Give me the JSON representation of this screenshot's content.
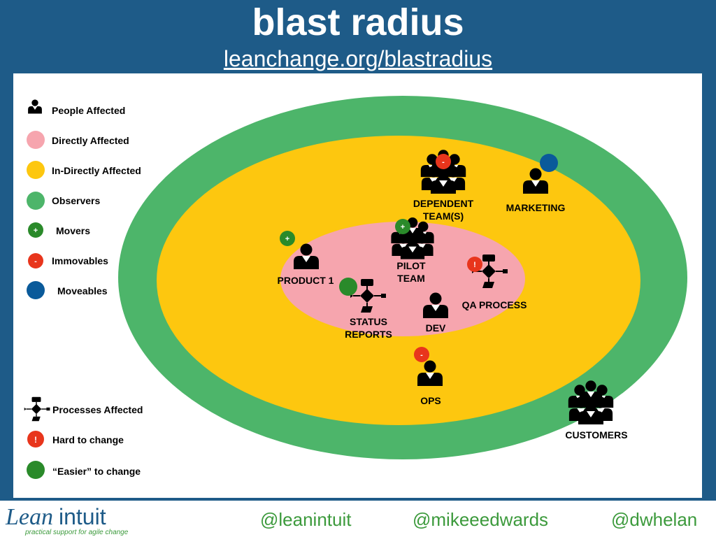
{
  "header": {
    "title": "blast radius",
    "subtitle": "leanchange.org/blastradius"
  },
  "colors": {
    "frame": "#1e5b88",
    "observers_green": "#4db56a",
    "indirect_yellow": "#fdc70f",
    "direct_pink": "#f6a5ae",
    "mover_green": "#2a8a2a",
    "immovable_red": "#e8351c",
    "moveable_blue": "#0a5a9a",
    "footer_green": "#3c9a3c"
  },
  "legend": {
    "people_affected": "People Affected",
    "directly_affected": "Directly Affected",
    "indirectly_affected": "In-Directly Affected",
    "observers": "Observers",
    "movers": "Movers",
    "immovables": "Immovables",
    "moveables": "Moveables",
    "processes_affected": "Processes Affected",
    "hard_to_change": "Hard to change",
    "easier_to_change": "“Easier” to change"
  },
  "badges": {
    "plus": "+",
    "minus": "-",
    "bang": "!"
  },
  "nodes": {
    "dependent_teams": [
      "DEPENDENT",
      "TEAM(S)"
    ],
    "marketing": "MARKETING",
    "product1": "PRODUCT 1",
    "pilot_team": [
      "PILOT",
      "TEAM"
    ],
    "qa_process": "QA PROCESS",
    "status_reports": [
      "STATUS",
      "REPORTS"
    ],
    "dev": "DEV",
    "ops": "OPS",
    "customers": "CUSTOMERS"
  },
  "footer": {
    "logo_lean": "Lean",
    "logo_intuit": "intuit",
    "logo_tagline": "practical support for agile change",
    "handles": [
      "@leanintuit",
      "@mikeeedwards",
      "@dwhelan"
    ]
  }
}
